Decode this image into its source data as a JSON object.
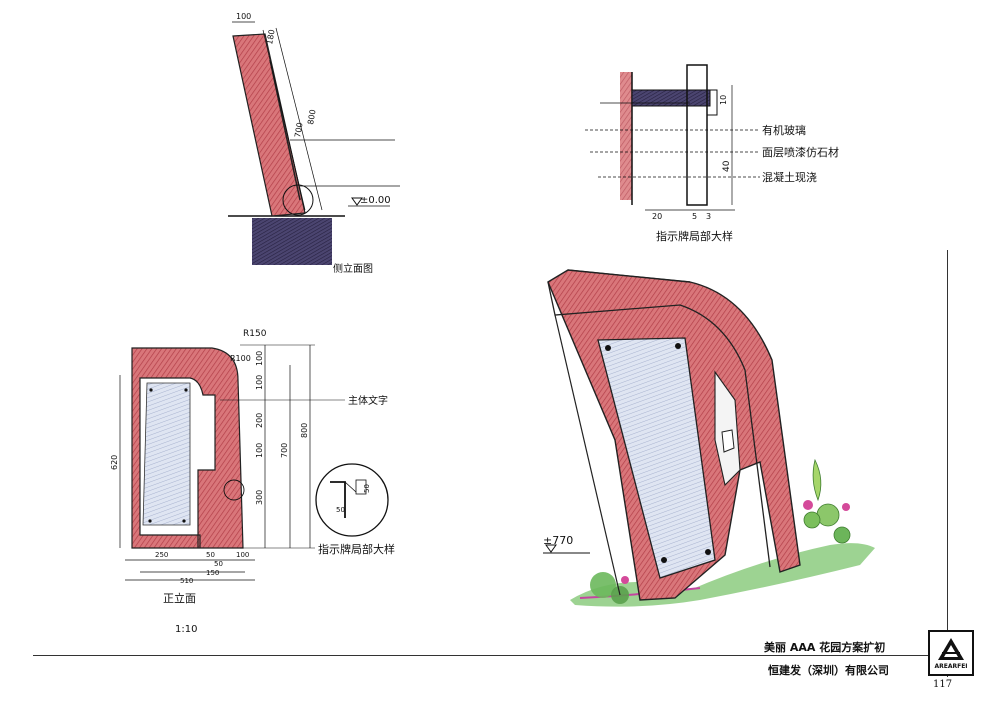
{
  "drawings": {
    "side_elevation": {
      "caption": "侧立面图",
      "dim_top": "100",
      "dim_a": "180",
      "dim_b": "700",
      "dim_c": "800",
      "level": "±0.00"
    },
    "detail_section": {
      "caption": "指示牌局部大样",
      "label_1": "有机玻璃",
      "label_2": "面层喷漆仿石材",
      "label_3": "混凝土现浇",
      "dim_10": "10",
      "dim_40": "40",
      "dim_20": "20",
      "dim_5": "5",
      "dim_3": "3"
    },
    "front_elevation": {
      "caption": "正立面",
      "scale": "1:10",
      "r150": "R150",
      "r100": "R100",
      "main_text_label": "主体文字",
      "dims_right": [
        "100",
        "100",
        "200",
        "100",
        "300",
        "700",
        "800"
      ],
      "dim_left": "620",
      "dims_bottom": [
        "250",
        "50",
        "50",
        "100",
        "150",
        "510"
      ],
      "detail_caption": "指示牌局部大样",
      "detail_dims": [
        "50",
        "50"
      ]
    },
    "perspective": {
      "level": "±770"
    }
  },
  "footer": {
    "title": "美丽 AAA 花园方案扩初",
    "company": "恒建发（深圳）有限公司",
    "page": "117",
    "logo_text": "AREARFEI"
  },
  "colors": {
    "sign_red": "#c8545a",
    "glass": "#c9d3e8",
    "concrete": "#3a3558",
    "grass": "#5fb85a",
    "flower": "#d44a9a"
  }
}
